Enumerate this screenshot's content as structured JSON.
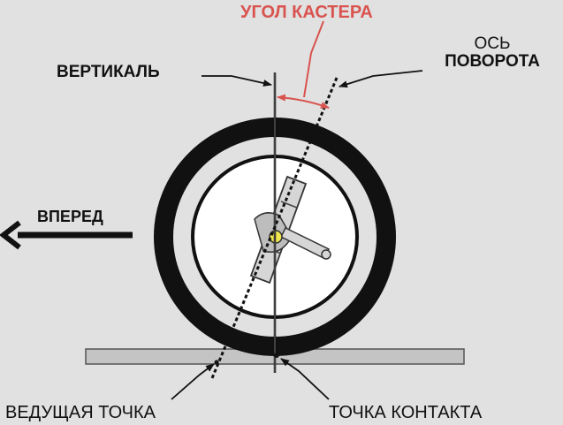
{
  "labels": {
    "caster_angle": "УГОЛ КАСТЕРА",
    "steering_axis_line1": "ОСЬ",
    "steering_axis_line2": "ПОВОРОТА",
    "vertical": "ВЕРТИКАЛЬ",
    "forward": "ВПЕРЕД",
    "leading_point": "ВЕДУЩАЯ ТОЧКА",
    "contact_point": "ТОЧКА КОНТАКТА"
  },
  "colors": {
    "background": "#e1e1e1",
    "ink": "#111111",
    "caster_accent": "#d9534f",
    "hub": "#f2e94e",
    "road": "#c4c4c4"
  }
}
